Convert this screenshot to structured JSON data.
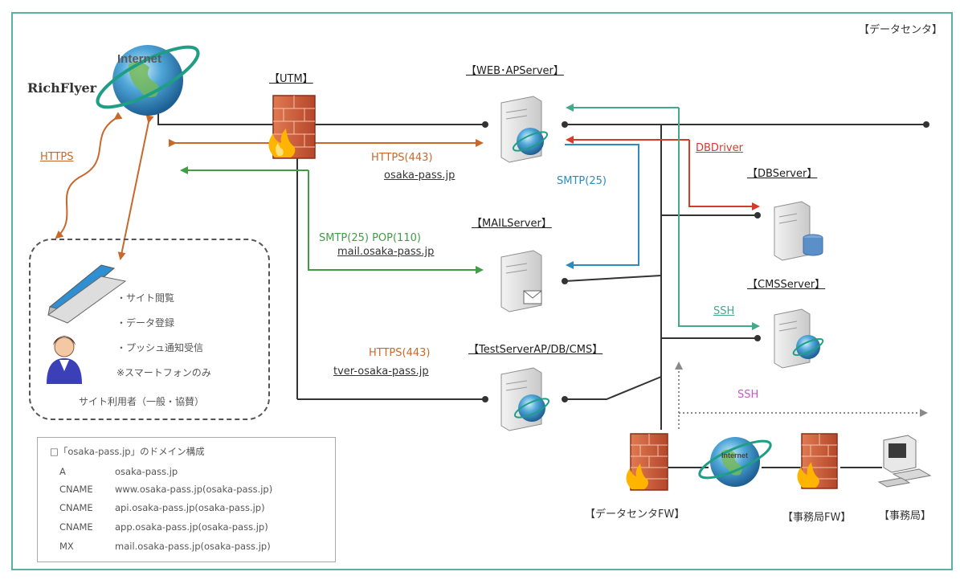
{
  "header": {
    "datacenter": "【データセンタ】"
  },
  "brand": "RichFlyer",
  "internet_top": "Internet",
  "internet_small": "Internet",
  "nodes": {
    "utm": "【UTM】",
    "web": "【WEB･APServer】",
    "db": "【DBServer】",
    "mail": "【MAILServer】",
    "cms": "【CMSServer】",
    "test": "【TestServerAP/DB/CMS】",
    "dcfw": "【データセンタFW】",
    "jimufw": "【事務局FW】",
    "jimu": "【事務局】"
  },
  "links": {
    "https_left": "HTTPS",
    "https443_web": "HTTPS(443)",
    "web_domain": "osaka-pass.jp",
    "dbdriver": "DBDriver",
    "smtp25": "SMTP(25)",
    "smtp_pop": "SMTP(25) POP(110)",
    "mail_domain": "mail.osaka-pass.jp",
    "ssh_cms": "SSH",
    "https443_test": "HTTPS(443)",
    "test_domain": "tver-osaka-pass.jp",
    "ssh_office": "SSH"
  },
  "user_box": {
    "items": [
      "・サイト閲覧",
      "・データ登録",
      "・プッシュ通知受信",
      "※スマートフォンのみ"
    ],
    "caption": "サイト利用者（一般・協賛）"
  },
  "domain_box": {
    "title": "□「osaka-pass.jp」のドメイン構成",
    "rows": [
      {
        "type": "A",
        "value": "osaka-pass.jp"
      },
      {
        "type": "CNAME",
        "value": "www.osaka-pass.jp(osaka-pass.jp)"
      },
      {
        "type": "CNAME",
        "value": "api.osaka-pass.jp(osaka-pass.jp)"
      },
      {
        "type": "CNAME",
        "value": "app.osaka-pass.jp(osaka-pass.jp)"
      },
      {
        "type": "MX",
        "value": "mail.osaka-pass.jp(osaka-pass.jp)"
      }
    ]
  },
  "colors": {
    "frame": "#58b2a4",
    "https": "#c8682a",
    "mail": "#3f9d45",
    "smtp": "#2c8ac0",
    "db": "#d63a2a",
    "ssh": "#44a98b",
    "office_ssh": "#cc55cc",
    "line": "#333333"
  }
}
